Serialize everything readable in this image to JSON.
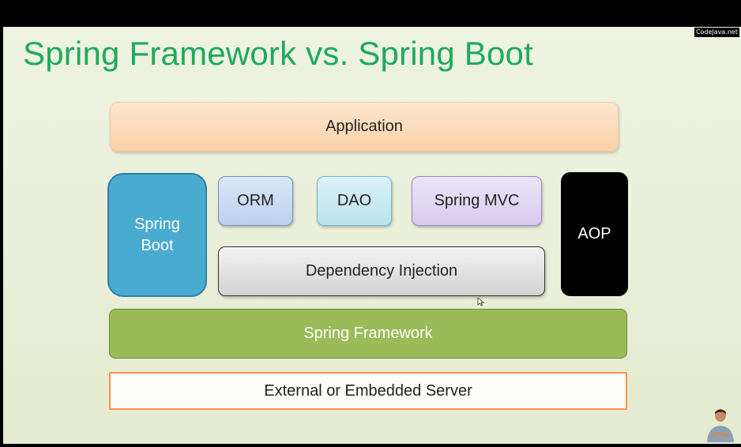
{
  "watermark": "CodeJava.net",
  "slide": {
    "title": "Spring Framework vs. Spring Boot"
  },
  "layers": {
    "application": "Application",
    "spring_boot": "Spring\nBoot",
    "orm": "ORM",
    "dao": "DAO",
    "spring_mvc": "Spring MVC",
    "dependency_injection": "Dependency Injection",
    "aop": "AOP",
    "spring_framework": "Spring Framework",
    "server": "External or Embedded Server"
  },
  "colors": {
    "title": "#1eaa5a",
    "application": "#fbd2a8",
    "spring_boot": "#49abcf",
    "spring_framework": "#9bbb59",
    "server_border": "#f79646",
    "aop": "#000000"
  }
}
